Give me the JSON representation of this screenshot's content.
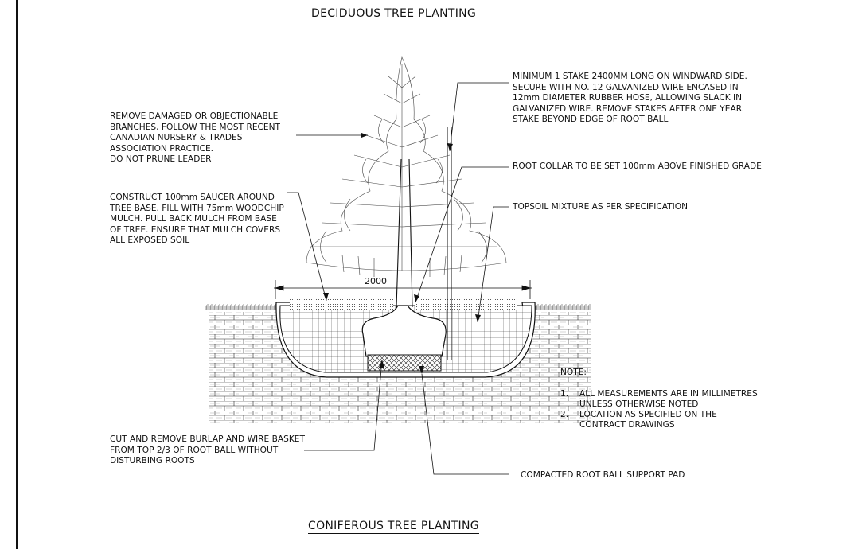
{
  "titles": {
    "top": "DECIDUOUS TREE PLANTING",
    "bottom": "CONIFEROUS TREE PLANTING"
  },
  "callouts": {
    "stake": "MINIMUM 1 STAKE 2400MM LONG ON WINDWARD SIDE.\nSECURE WITH NO. 12 GALVANIZED WIRE ENCASED IN\n12mm DIAMETER RUBBER HOSE, ALLOWING SLACK IN\nGALVANIZED WIRE.  REMOVE STAKES AFTER ONE YEAR.\nSTAKE BEYOND EDGE OF ROOT BALL",
    "prune": "REMOVE DAMAGED OR OBJECTIONABLE\nBRANCHES, FOLLOW THE MOST RECENT\nCANADIAN NURSERY & TRADES\nASSOCIATION PRACTICE.\nDO NOT PRUNE LEADER",
    "root_collar": "ROOT COLLAR TO BE SET 100mm ABOVE FINISHED GRADE",
    "saucer": "CONSTRUCT 100mm SAUCER AROUND\nTREE BASE. FILL WITH 75mm WOODCHIP\nMULCH. PULL BACK MULCH FROM BASE\nOF TREE. ENSURE THAT MULCH COVERS\nALL EXPOSED SOIL",
    "topsoil": "TOPSOIL MIXTURE AS PER SPECIFICATION",
    "burlap": "CUT AND REMOVE BURLAP AND WIRE BASKET\nFROM TOP 2/3 OF ROOT BALL WITHOUT\nDISTURBING ROOTS",
    "pad": "COMPACTED ROOT BALL SUPPORT PAD"
  },
  "dimension": "2000",
  "notes": {
    "heading": "NOTE:",
    "items": [
      {
        "num": "1.",
        "text": "ALL MEASUREMENTS ARE IN MILLIMETRES\nUNLESS OTHERWISE NOTED"
      },
      {
        "num": "2.",
        "text": "LOCATION AS SPECIFIED ON THE\nCONTRACT DRAWINGS"
      }
    ]
  }
}
